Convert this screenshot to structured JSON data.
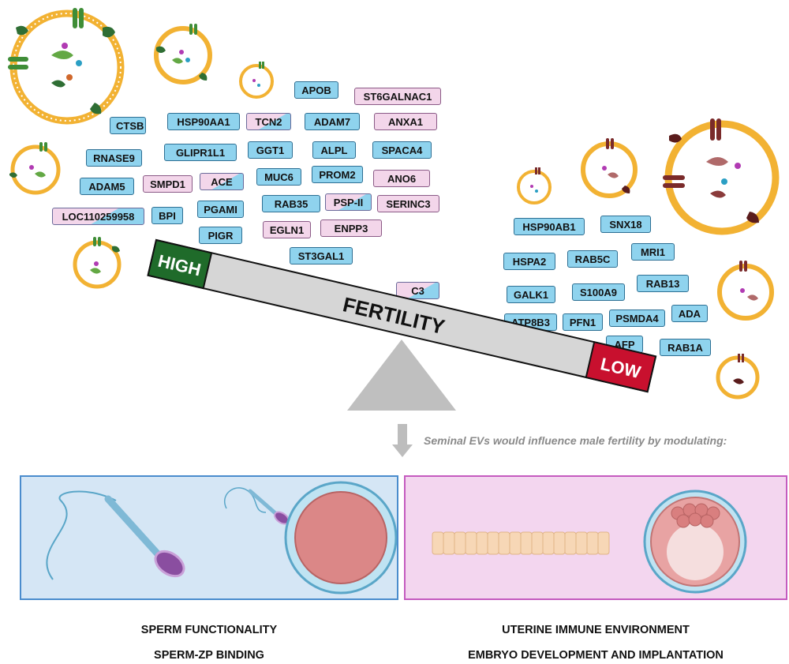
{
  "balance": {
    "high_label": "HIGH",
    "low_label": "LOW",
    "beam_label": "FERTILITY"
  },
  "high_tags": [
    {
      "label": "CTSB",
      "kind": "blue"
    },
    {
      "label": "HSP90AA1",
      "kind": "blue"
    },
    {
      "label": "TCN2",
      "kind": "mix"
    },
    {
      "label": "ADAM7",
      "kind": "blue"
    },
    {
      "label": "ANXA1",
      "kind": "pink"
    },
    {
      "label": "APOB",
      "kind": "blue"
    },
    {
      "label": "ST6GALNAC1",
      "kind": "pink"
    },
    {
      "label": "RNASE9",
      "kind": "blue"
    },
    {
      "label": "GLIPR1L1",
      "kind": "blue"
    },
    {
      "label": "GGT1",
      "kind": "blue"
    },
    {
      "label": "ALPL",
      "kind": "blue"
    },
    {
      "label": "SPACA4",
      "kind": "blue"
    },
    {
      "label": "ADAM5",
      "kind": "blue"
    },
    {
      "label": "SMPD1",
      "kind": "pink"
    },
    {
      "label": "ACE",
      "kind": "mix"
    },
    {
      "label": "MUC6",
      "kind": "blue"
    },
    {
      "label": "PROM2",
      "kind": "blue"
    },
    {
      "label": "ANO6",
      "kind": "pink"
    },
    {
      "label": "LOC110259958",
      "kind": "mix"
    },
    {
      "label": "BPI",
      "kind": "blue"
    },
    {
      "label": "PGAMI",
      "kind": "blue"
    },
    {
      "label": "RAB35",
      "kind": "blue"
    },
    {
      "label": "PSP-II",
      "kind": "mix"
    },
    {
      "label": "SERINC3",
      "kind": "pink"
    },
    {
      "label": "PIGR",
      "kind": "blue"
    },
    {
      "label": "EGLN1",
      "kind": "pink"
    },
    {
      "label": "ENPP3",
      "kind": "pink"
    },
    {
      "label": "ST3GAL1",
      "kind": "blue"
    },
    {
      "label": "C3",
      "kind": "mix"
    }
  ],
  "low_tags": [
    {
      "label": "HSP90AB1",
      "kind": "blue"
    },
    {
      "label": "SNX18",
      "kind": "blue"
    },
    {
      "label": "HSPA2",
      "kind": "blue"
    },
    {
      "label": "RAB5C",
      "kind": "blue"
    },
    {
      "label": "MRI1",
      "kind": "blue"
    },
    {
      "label": "GALK1",
      "kind": "blue"
    },
    {
      "label": "S100A9",
      "kind": "blue"
    },
    {
      "label": "RAB13",
      "kind": "blue"
    },
    {
      "label": "ATP8B3",
      "kind": "blue"
    },
    {
      "label": "PFN1",
      "kind": "blue"
    },
    {
      "label": "PSMDA4",
      "kind": "blue"
    },
    {
      "label": "ADA",
      "kind": "blue"
    },
    {
      "label": "AFP",
      "kind": "blue"
    },
    {
      "label": "RAB1A",
      "kind": "blue"
    }
  ],
  "statement": "Seminal EVs would influence male fertility by modulating:",
  "captions": {
    "left_line1": "SPERM FUNCTIONALITY",
    "left_line2": "SPERM-ZP BINDING",
    "right_line1": "UTERINE IMMUNE ENVIRONMENT",
    "right_line2": "EMBRYO DEVELOPMENT AND IMPLANTATION"
  },
  "colors": {
    "tag_blue": "#8fd3ee",
    "tag_pink": "#f3d6ea",
    "high_green": "#1f6b2a",
    "low_red": "#c8102e",
    "beam_gray": "#d6d6d6",
    "left_panel": "#d5e6f5",
    "right_panel": "#f3d6ef"
  }
}
